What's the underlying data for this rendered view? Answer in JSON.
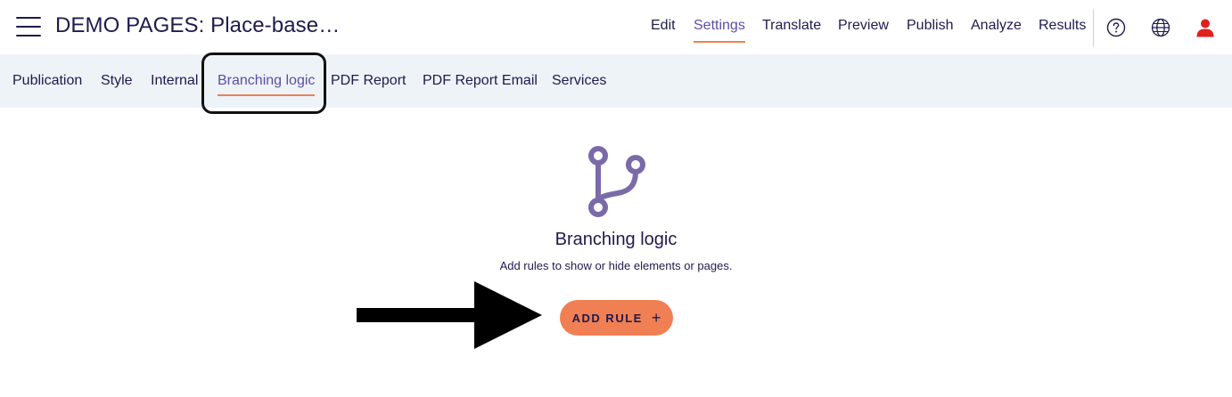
{
  "header": {
    "title": "DEMO PAGES: Place-base…",
    "nav": [
      {
        "label": "Edit",
        "active": false
      },
      {
        "label": "Settings",
        "active": true
      },
      {
        "label": "Translate",
        "active": false
      },
      {
        "label": "Preview",
        "active": false
      },
      {
        "label": "Publish",
        "active": false
      },
      {
        "label": "Analyze",
        "active": false
      },
      {
        "label": "Results",
        "active": false
      }
    ],
    "icons": [
      "help-icon",
      "globe-icon",
      "user-icon"
    ]
  },
  "subnav": {
    "tabs": [
      {
        "label": "Publication",
        "active": false
      },
      {
        "label": "Style",
        "active": false
      },
      {
        "label": "Internal",
        "active": false
      },
      {
        "label": "Branching logic",
        "active": true
      },
      {
        "label": "PDF Report",
        "active": false
      },
      {
        "label": "PDF Report Email",
        "active": false
      },
      {
        "label": "Services",
        "active": false
      }
    ]
  },
  "main": {
    "icon": "branch-icon",
    "title": "Branching logic",
    "description": "Add rules to show or hide elements or pages.",
    "add_rule_label": "ADD RULE",
    "add_rule_icon": "+"
  },
  "colors": {
    "accent": "#f08054",
    "primary_text": "#1f1a4d",
    "active_text": "#5b4ea8",
    "icon_purple": "#7a6aa8",
    "subbar_bg": "#eef3f8",
    "user_icon": "#e0201c"
  }
}
